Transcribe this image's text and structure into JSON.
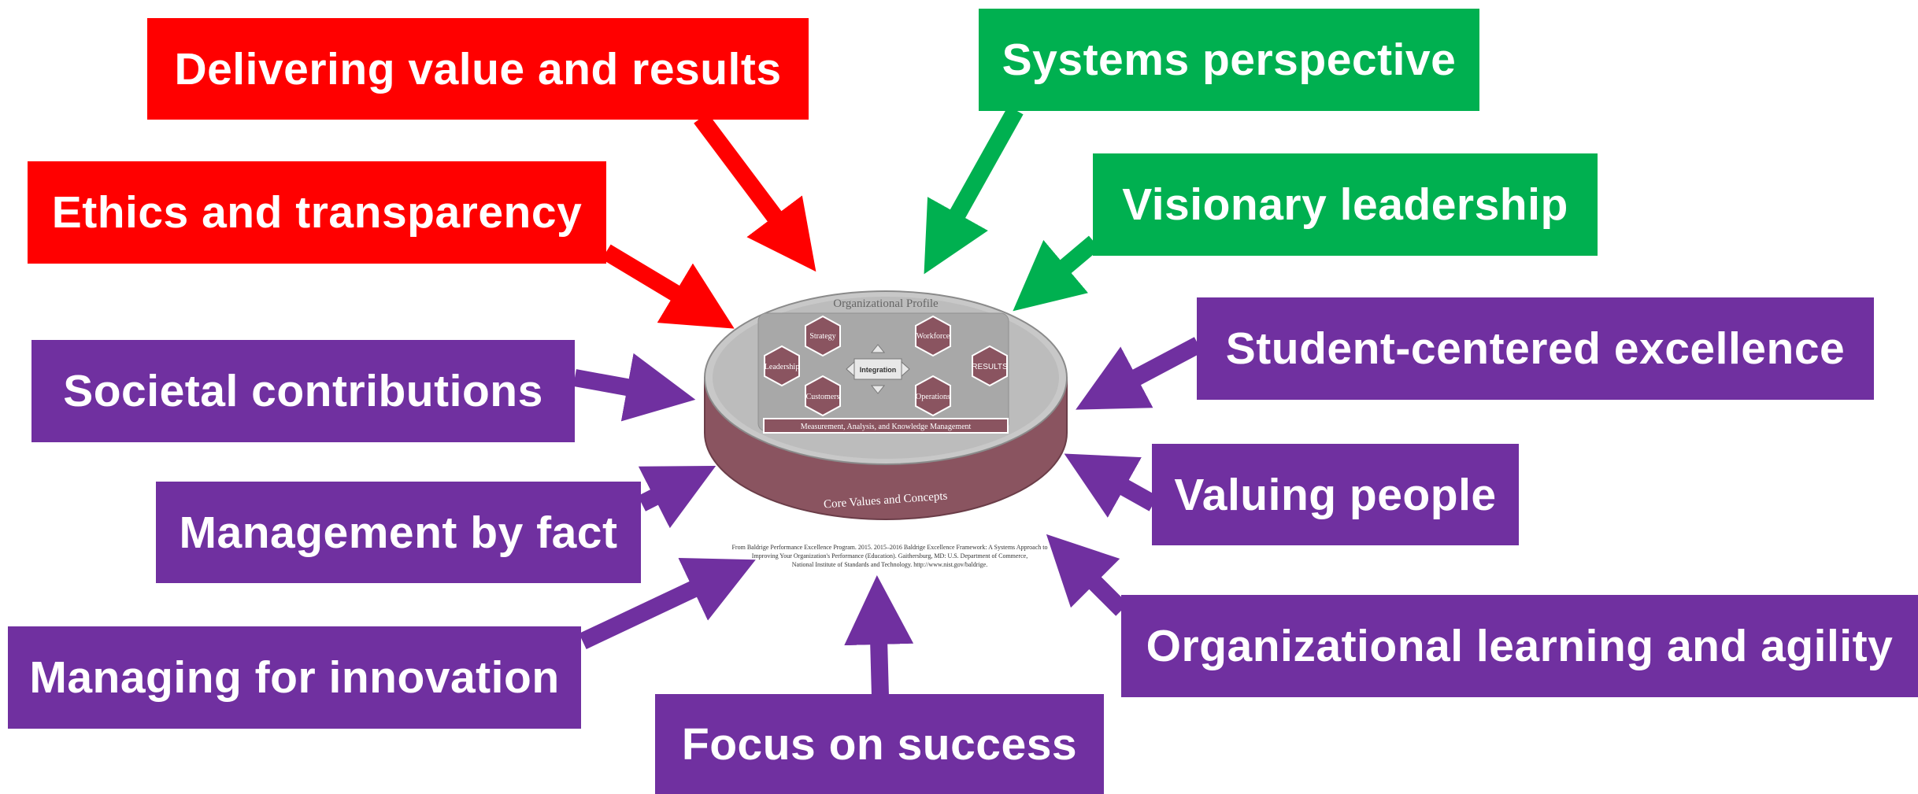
{
  "labels": {
    "delivering_value": "Delivering value and results",
    "ethics": "Ethics and transparency",
    "systems": "Systems perspective",
    "visionary": "Visionary leadership",
    "societal": "Societal contributions",
    "student": "Student-centered excellence",
    "management_fact": "Management by fact",
    "valuing_people": "Valuing people",
    "managing_innovation": "Managing for innovation",
    "org_learning": "Organizational learning and agility",
    "focus_success": "Focus on success"
  },
  "framework": {
    "profile": "Organizational Profile",
    "strategy": "Strategy",
    "workforce": "Workforce",
    "leadership": "Leadership",
    "integration": "Integration",
    "results": "RESULTS",
    "customers": "Customers",
    "operations": "Operations",
    "measurement": "Measurement, Analysis, and Knowledge Management",
    "core_values": "Core Values and Concepts"
  },
  "citation": {
    "line1": "From Baldrige Performance Excellence Program. 2015. 2015–2016 Baldrige Excellence Framework: A Systems Approach to",
    "line2": "Improving Your Organization's Performance (Education). Gaithersburg, MD: U.S. Department of Commerce,",
    "line3": "National Institute of Standards and Technology. http://www.nist.gov/baldrige."
  },
  "colors": {
    "red": "#ff0000",
    "green": "#00b050",
    "purple": "#7030a0",
    "disk_top": "#c8c8c8",
    "disk_side": "#8a5460",
    "hexagon": "#8a5460"
  }
}
